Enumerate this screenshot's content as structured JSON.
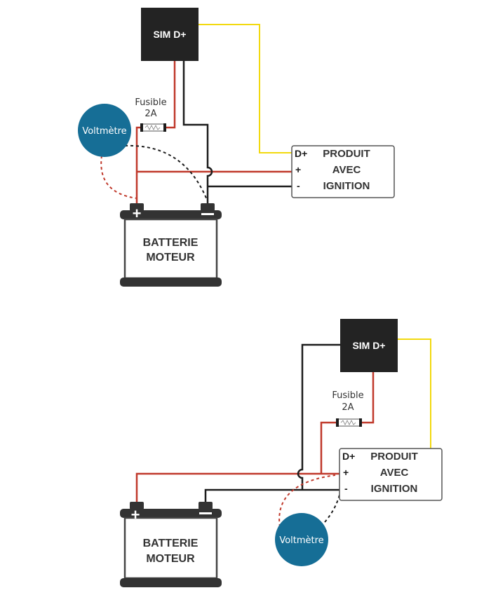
{
  "colors": {
    "red_wire": "#c0392b",
    "black_wire": "#1c1c1c",
    "yellow_wire": "#f2d90f",
    "voltmeter": "#166e96",
    "module_bg": "#232323",
    "battery": "#333333",
    "outline": "#444444"
  },
  "diagram_1": {
    "module": "SIM D+",
    "fuse_line1": "Fusible",
    "fuse_line2": "2A",
    "voltmeter": "Voltmètre",
    "product_pins": [
      "D+",
      "+",
      "-"
    ],
    "product_lines": [
      "PRODUIT",
      "AVEC",
      "IGNITION"
    ],
    "battery_line1": "BATTERIE",
    "battery_line2": "MOTEUR"
  },
  "diagram_2": {
    "module": "SIM D+",
    "fuse_line1": "Fusible",
    "fuse_line2": "2A",
    "voltmeter": "Voltmètre",
    "product_pins": [
      "D+",
      "+",
      "-"
    ],
    "product_lines": [
      "PRODUIT",
      "AVEC",
      "IGNITION"
    ],
    "battery_line1": "BATTERIE",
    "battery_line2": "MOTEUR"
  }
}
